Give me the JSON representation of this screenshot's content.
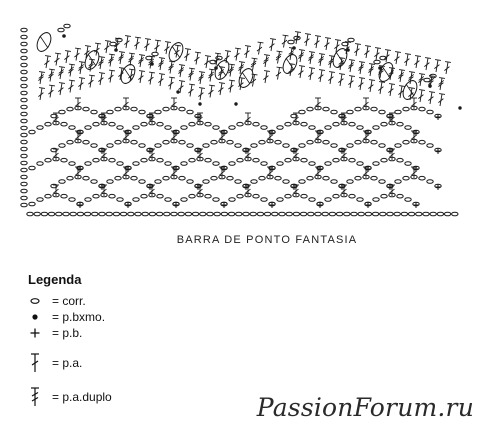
{
  "diagram": {
    "caption": "BARRA DE PONTO FANTASIA"
  },
  "legend": {
    "title": "Legenda",
    "items": [
      {
        "icon": "chain-stitch-oval-icon",
        "label": "= corr."
      },
      {
        "icon": "slip-stitch-dot-icon",
        "label": "= p.bxmo."
      },
      {
        "icon": "single-crochet-plus-icon",
        "label": "= p.b."
      },
      {
        "icon": "double-crochet-icon",
        "label": "= p.a."
      },
      {
        "icon": "treble-crochet-icon",
        "label": "= p.a.duplo"
      }
    ]
  },
  "watermark": "PassionForum.ru"
}
